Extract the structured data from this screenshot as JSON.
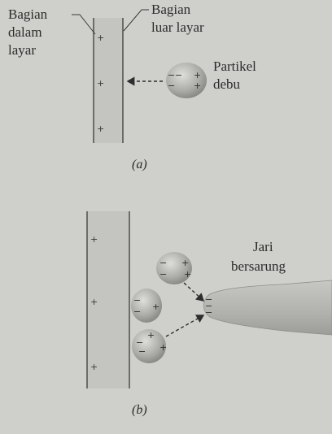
{
  "panel_a": {
    "label_inner_1": "Bagian",
    "label_inner_2": "dalam",
    "label_inner_3": "layar",
    "label_outer_1": "Bagian",
    "label_outer_2": "luar layar",
    "particle_1": "Partikel",
    "particle_2": "debu",
    "caption": "(a)"
  },
  "panel_b": {
    "finger_1": "Jari",
    "finger_2": "bersarung",
    "caption": "(b)"
  },
  "symbols": {
    "plus": "+",
    "minus": "−"
  },
  "colors": {
    "background": "#cfcfcb",
    "screen": "#c4c4c0",
    "particle": "#a9a9a5",
    "finger": "#b1b1ad"
  }
}
